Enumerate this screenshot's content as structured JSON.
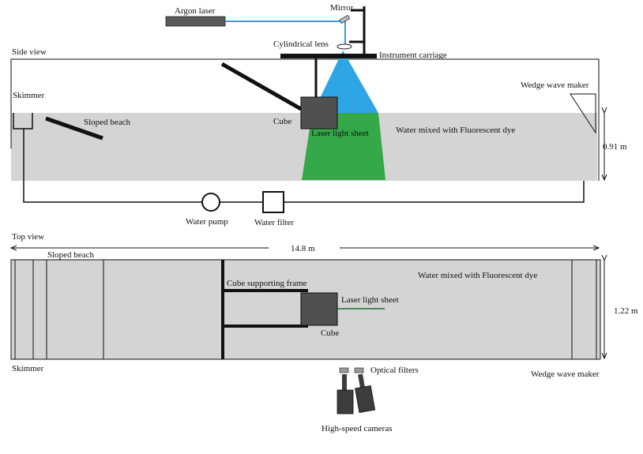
{
  "colors": {
    "water": "#d4d4d4",
    "laser_beam": "#2aa3e0",
    "laser_cone": "#2ea6e6",
    "light_sheet": "#35a84a",
    "cube": "#505050",
    "laser_body": "#5a5a5a",
    "frame": "#111111",
    "camera": "#3c3c3c",
    "filter": "#9a9a9a",
    "sheet_line": "#1f6e2c"
  },
  "side_view": {
    "title": "Side view",
    "argon_laser": "Argon laser",
    "mirror": "Mirror",
    "cylindrical_lens": "Cylindrical lens",
    "instrument_carriage": "Instrument carriage",
    "wedge_wave_maker": "Wedge wave maker",
    "skimmer": "Skimmer",
    "sloped_beach": "Sloped beach",
    "cube": "Cube",
    "laser_light_sheet": "Laser light sheet",
    "water": "Water mixed with Fluorescent dye",
    "depth": "0.91 m",
    "water_pump": "Water pump",
    "water_filter": "Water filter"
  },
  "top_view": {
    "title": "Top view",
    "length": "14.8 m",
    "sloped_beach": "Sloped beach",
    "cube_supporting_frame": "Cube supporting frame",
    "water": "Water mixed with Fluorescent dye",
    "laser_light_sheet": "Laser light sheet",
    "width": "1.22 m",
    "cube": "Cube",
    "skimmer": "Skimmer",
    "optical_filters": "Optical filters",
    "wedge_wave_maker": "Wedge wave maker",
    "high_speed_cameras": "High-speed cameras"
  }
}
